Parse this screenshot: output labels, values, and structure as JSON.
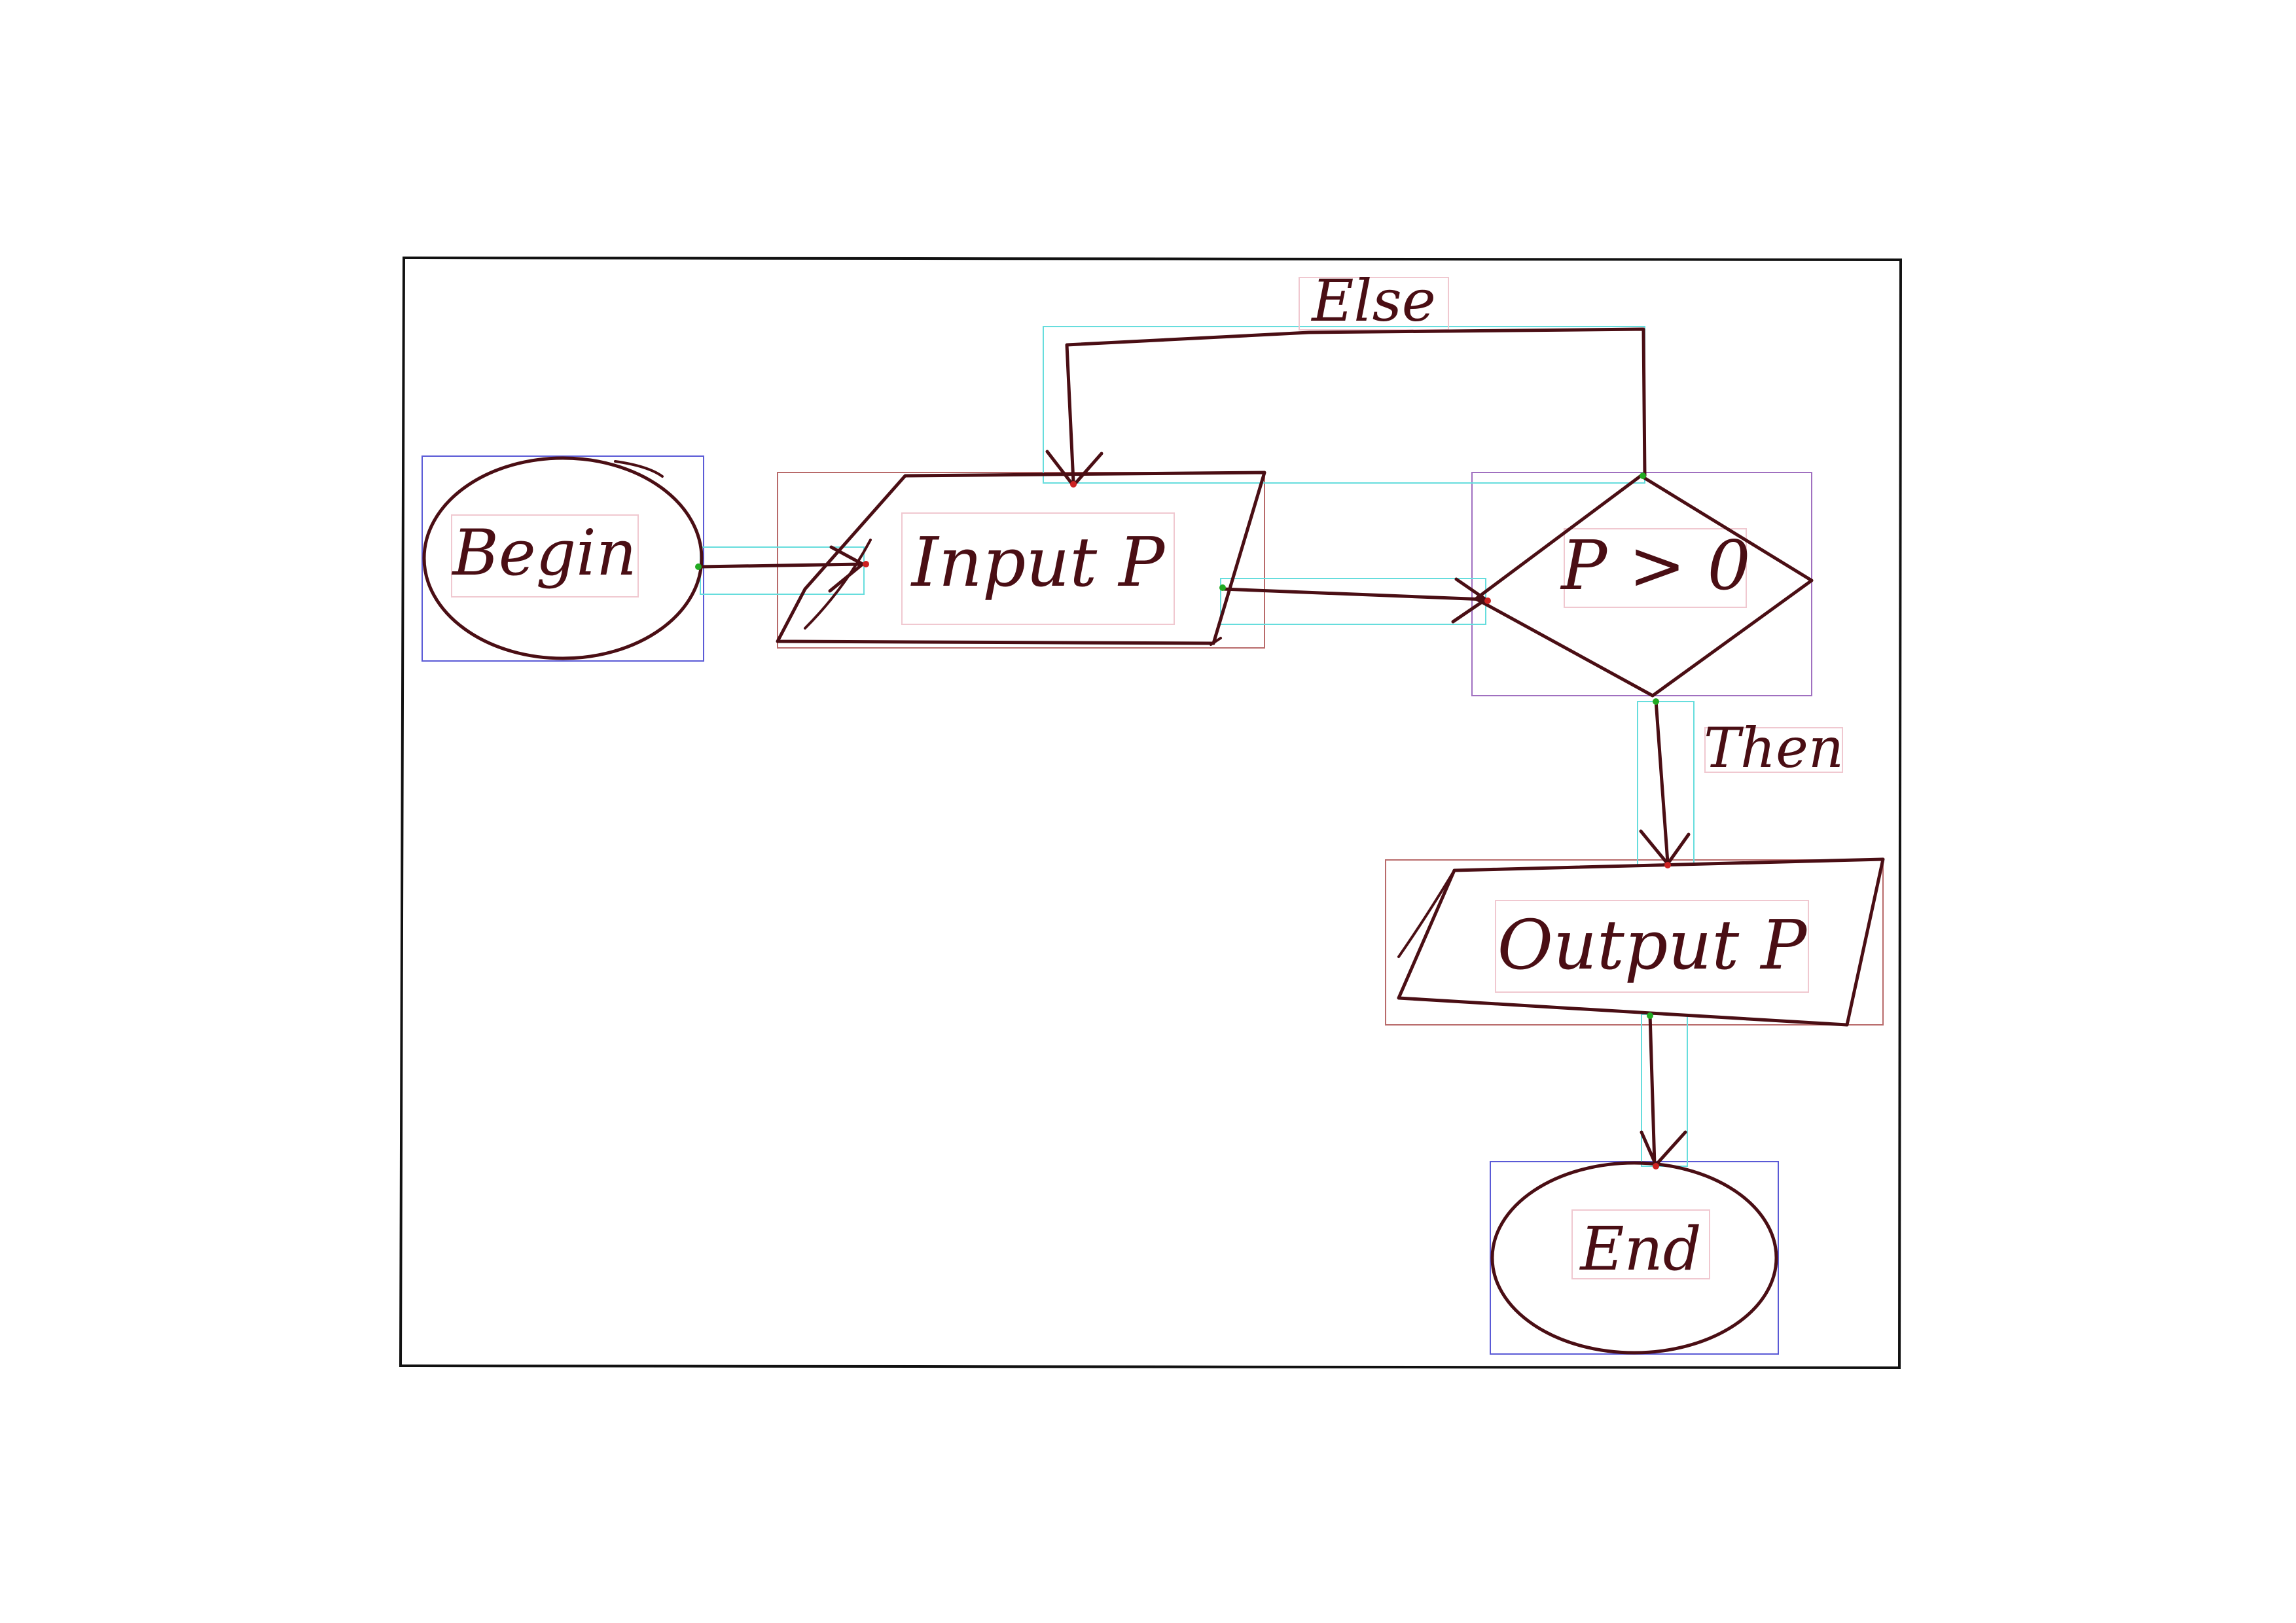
{
  "colors": {
    "ink": "#4a0e14",
    "frame": "#111111",
    "terminal_box": "#5a5ad6",
    "io_box": "#b86a6a",
    "decision_box": "#a070c0",
    "arrow_box": "#66dddd",
    "text_box": "#f0c8d0"
  },
  "nodes": {
    "begin": {
      "shape": "terminal",
      "label": "Begin"
    },
    "input": {
      "shape": "data",
      "label": "Input P"
    },
    "decision": {
      "shape": "decision",
      "label": "P > 0"
    },
    "output": {
      "shape": "data",
      "label": "Output P"
    },
    "end": {
      "shape": "terminal",
      "label": "End"
    }
  },
  "edges": [
    {
      "from": "begin",
      "to": "input",
      "label": ""
    },
    {
      "from": "input",
      "to": "decision",
      "label": ""
    },
    {
      "from": "decision",
      "to": "input",
      "label": "Else"
    },
    {
      "from": "decision",
      "to": "output",
      "label": "Then"
    },
    {
      "from": "output",
      "to": "end",
      "label": ""
    }
  ]
}
